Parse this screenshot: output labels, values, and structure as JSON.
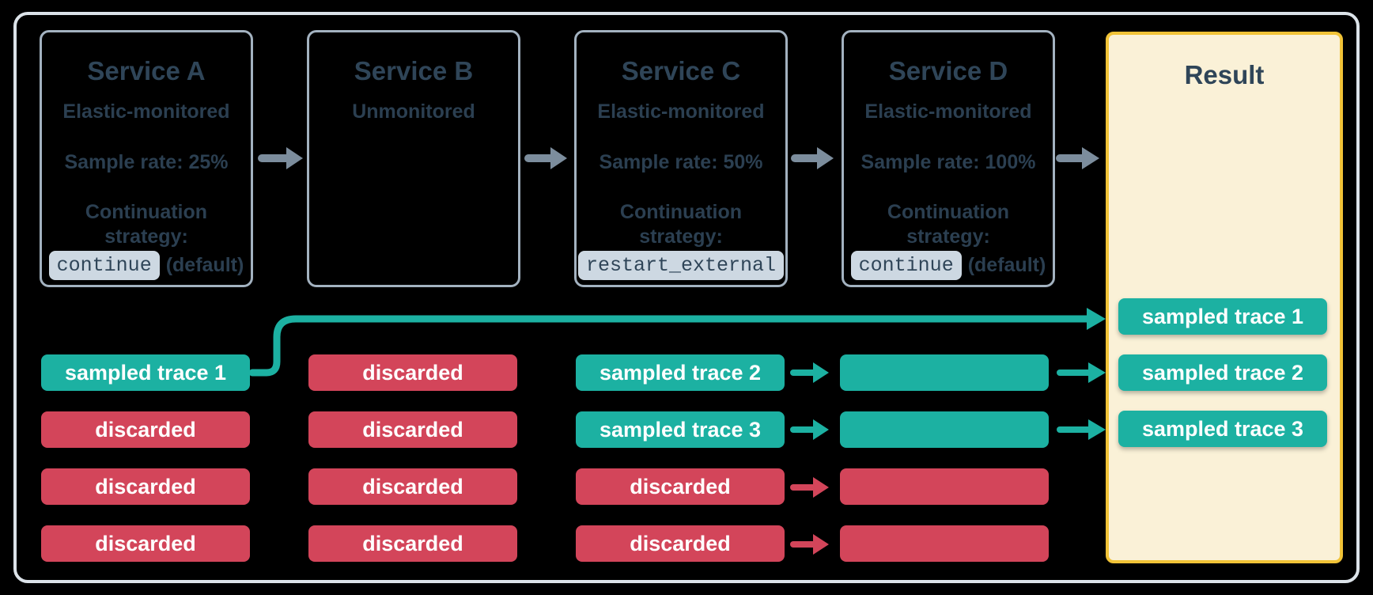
{
  "colors": {
    "background": "#000000",
    "outer_border": "#dce3e9",
    "service_border": "#a3b2c0",
    "text": "#2f4558",
    "code_chip_bg": "#cdd8e2",
    "sampled": "#1cb1a2",
    "discarded": "#d3455a",
    "result_bg": "#faf1d7",
    "result_border": "#f1c337",
    "flow_arrow": "#7c8d9d",
    "chip_text": "#ffffff"
  },
  "services": [
    {
      "title": "Service A",
      "monitoring": "Elastic-monitored",
      "sample_rate": "Sample rate: 25%",
      "continuation": "Continuation strategy:",
      "strategy_code": "continue",
      "strategy_note": "(default)"
    },
    {
      "title": "Service B",
      "monitoring": "Unmonitored"
    },
    {
      "title": "Service C",
      "monitoring": "Elastic-monitored",
      "sample_rate": "Sample rate: 50%",
      "continuation": "Continuation strategy:",
      "strategy_code": "restart_external"
    },
    {
      "title": "Service D",
      "monitoring": "Elastic-monitored",
      "sample_rate": "Sample rate: 100%",
      "continuation": "Continuation strategy:",
      "strategy_code": "continue",
      "strategy_note": "(default)"
    }
  ],
  "result": {
    "title": "Result",
    "traces": [
      {
        "label": "sampled trace 1",
        "status": "sampled"
      },
      {
        "label": "sampled trace 2",
        "status": "sampled"
      },
      {
        "label": "sampled trace 3",
        "status": "sampled"
      }
    ]
  },
  "traces": {
    "service_a": [
      {
        "label": "sampled trace 1",
        "status": "sampled"
      },
      {
        "label": "discarded",
        "status": "discarded"
      },
      {
        "label": "discarded",
        "status": "discarded"
      },
      {
        "label": "discarded",
        "status": "discarded"
      }
    ],
    "service_b": [
      {
        "label": "discarded",
        "status": "discarded"
      },
      {
        "label": "discarded",
        "status": "discarded"
      },
      {
        "label": "discarded",
        "status": "discarded"
      },
      {
        "label": "discarded",
        "status": "discarded"
      }
    ],
    "service_c": [
      {
        "label": "sampled trace 2",
        "status": "sampled"
      },
      {
        "label": "sampled trace 3",
        "status": "sampled"
      },
      {
        "label": "discarded",
        "status": "discarded"
      },
      {
        "label": "discarded",
        "status": "discarded"
      }
    ],
    "service_d": [
      {
        "label": "",
        "status": "sampled"
      },
      {
        "label": "",
        "status": "sampled"
      },
      {
        "label": "",
        "status": "discarded"
      },
      {
        "label": "",
        "status": "discarded"
      }
    ]
  }
}
